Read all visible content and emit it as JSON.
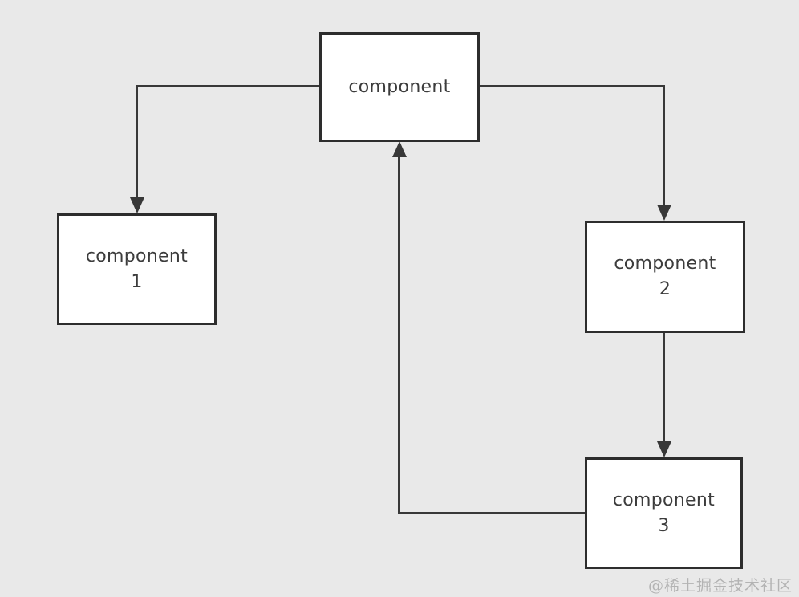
{
  "diagram": {
    "nodes": [
      {
        "id": "component",
        "label": "component"
      },
      {
        "id": "component-1",
        "label": "component",
        "number": "1"
      },
      {
        "id": "component-2",
        "label": "component",
        "number": "2"
      },
      {
        "id": "component-3",
        "label": "component",
        "number": "3"
      }
    ],
    "edges": [
      {
        "from": "component",
        "to": "component-1",
        "direction": "left-then-down"
      },
      {
        "from": "component",
        "to": "component-2",
        "direction": "right-then-down"
      },
      {
        "from": "component-2",
        "to": "component-3",
        "direction": "down"
      },
      {
        "from": "component-3",
        "to": "component",
        "direction": "left-then-up"
      }
    ],
    "colors": {
      "background": "#e9e9e9",
      "node_fill": "#ffffff",
      "node_border": "#2d2d2d",
      "line": "#383838",
      "text": "#3c3c3c",
      "watermark": "#b3b3b3"
    }
  },
  "watermark": {
    "text": "@稀土掘金技术社区"
  }
}
